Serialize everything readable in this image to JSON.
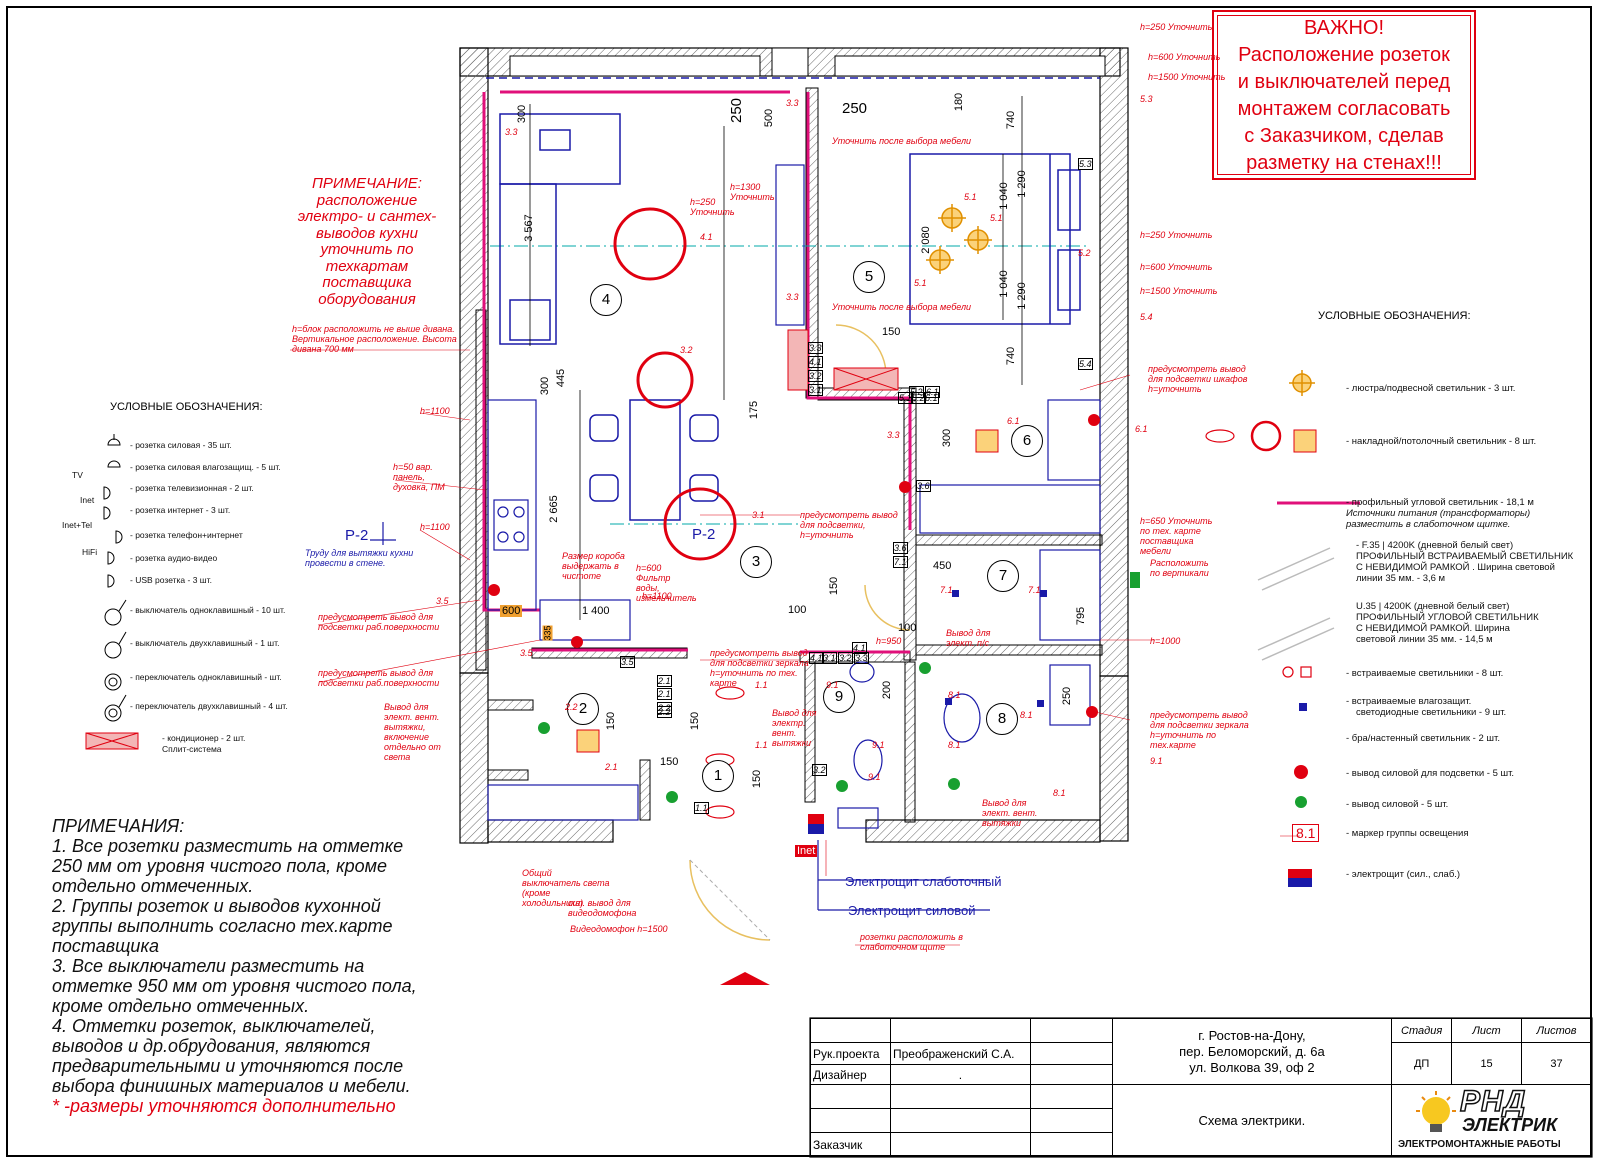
{
  "important": {
    "title": "ВАЖНО!",
    "lines": [
      "Расположение розеток",
      "и выключателей перед",
      "монтажем согласовать",
      "с Заказчиком, сделав",
      "разметку на стенах!!!"
    ]
  },
  "kitchen_note": {
    "title": "ПРИМЕЧАНИЕ:",
    "text": [
      "расположение",
      "электро- и сантех-",
      "выводов кухни",
      "уточнить по",
      "техкартам",
      "поставщика",
      "оборудования"
    ]
  },
  "legend_left": {
    "title": "УСЛОВНЫЕ ОБОЗНАЧЕНИЯ:",
    "items": [
      {
        "prefix": "",
        "label": "- розетка силовая - 35 шт."
      },
      {
        "prefix": "",
        "label": "- розетка силовая влагозащищ. - 5 шт."
      },
      {
        "prefix": "TV",
        "label": "- розетка телевизионная - 2 шт."
      },
      {
        "prefix": "Inet",
        "label": "- розетка интернет - 3 шт."
      },
      {
        "prefix": "Inet+Tel",
        "label": "- розетка телефон+интернет"
      },
      {
        "prefix": "HiFi",
        "label": "- розетка аудио-видео"
      },
      {
        "prefix": "",
        "label": "- USB розетка - 3 шт."
      },
      {
        "prefix": "",
        "label": "- выключатель одноклавишный - 10 шт."
      },
      {
        "prefix": "",
        "label": "- выключатель двухклавишный - 1 шт."
      },
      {
        "prefix": "",
        "label": "- переключатель одноклавишный - шт."
      },
      {
        "prefix": "",
        "label": "- переключатель двухклавишный - 4 шт."
      },
      {
        "prefix": "",
        "label": "- кондиционер - 2 шт."
      },
      {
        "prefix": "",
        "label": "Сплит-система"
      }
    ]
  },
  "legend_right": {
    "title": "УСЛОВНЫЕ ОБОЗНАЧЕНИЯ:",
    "items": [
      "- люстра/подвесной светильник - 3 шт.",
      "- накладной/потолочный светильник - 8 шт.",
      "- профильный угловой светильник - 18,1 м",
      "Источники питания (трансформаторы) разместить в слаботочном щитке.",
      "- F.35 | 4200K (дневной белый свет)",
      "ПРОФИЛЬНЫЙ ВСТРАИВАЕМЫЙ СВЕТИЛЬНИК",
      "С НЕВИДИМОЙ РАМКОЙ . Ширина световой",
      "линии 35 мм. - 3,6 м",
      "U.35 | 4200K (дневной белый свет)",
      "ПРОФИЛЬНЫЙ УГЛОВОЙ СВЕТИЛЬНИК",
      "С НЕВИДИМОЙ РАМКОЙ. Ширина",
      "световой линии 35 мм. - 14,5 м",
      "- встраиваемые светильники - 8 шт.",
      "- встраиваемые влагозащит.",
      "светодиодные светильники - 9 шт.",
      "- бра/настенный светильник - 2 шт.",
      "- вывод силовой для подсветки - 5 шт.",
      "- вывод силовой - 5 шт.",
      "- маркер группы освещения",
      "- электрощит (сил., слаб.)"
    ]
  },
  "notes": {
    "title": "ПРИМЕЧАНИЯ:",
    "lines": [
      "1. Все розетки разместить на отметке",
      "250 мм от уровня чистого пола, кроме",
      "отдельно отмеченных.",
      "2. Группы розеток и выводов кухонной",
      "группы выполнить согласно тех.карте",
      "поставщика",
      "3. Все выключатели разместить на",
      "отметке 950 мм от уровня чистого пола,",
      "кроме отдельно отмеченных.",
      "4. Отметки розеток, выключателей,",
      "выводов и др.обрудования, являются",
      "предварительными и уточняются после",
      "выбора финишных материалов и мебели."
    ],
    "star": "* -размеры уточняются дополнительно"
  },
  "plan": {
    "rooms": [
      "1",
      "2",
      "3",
      "4",
      "5",
      "6",
      "7",
      "8",
      "9"
    ],
    "section_label": "P-2",
    "panels": {
      "weak": "Электрощит слаботочный",
      "power": "Электрощит силовой",
      "inet": "Inet"
    },
    "dimensions": [
      "250",
      "250",
      "300",
      "500",
      "180",
      "740",
      "3 567",
      "2 080",
      "1 040",
      "1 290",
      "1 040",
      "1 290",
      "740",
      "300",
      "445",
      "175",
      "2 665",
      "150",
      "300",
      "450",
      "150",
      "100",
      "100",
      "795",
      "250",
      "200",
      "150",
      "150",
      "150",
      "150",
      "1 400",
      "600",
      "335"
    ],
    "tags": [
      "h=250 Уточнить",
      "h=600 Уточнить",
      "h=1500 Уточнить",
      "h=1300 Уточнить",
      "h=250 Уточнить",
      "h=250 Уточнить",
      "h=600 Уточнить",
      "h=1500 Уточнить",
      "h=1100",
      "h=50 вар. панель, духовка, ПМ",
      "h=1100",
      "h=600 Фильтр воды, измельчитель",
      "h=1100",
      "h=950",
      "h=650 Уточнить по тех. карте поставщика мебели",
      "h=1000",
      "Уточнить после выбора мебели",
      "Уточнить после выбора мебели",
      "предусмотреть вывод для подсветки шкафов h=уточнить",
      "предусмотреть вывод для подсветки, h=уточнить",
      "предусмотреть вывод для подсветки зеркала h=уточнить по тех. карте",
      "предусмотреть вывод для подсветки зеркала h=уточнить по тех.карте",
      "Расположить по вертикали",
      "h=блок расположить не выше дивана. Вертикальное расположение. Высота дивана 700 мм",
      "Труду для вытяжки кухни провести в стене.",
      "Размер короба выдержать в чистоте",
      "предусмотреть вывод для подсветки раб.поверхности",
      "предусмотреть вывод для подсветки раб.поверхности",
      "Вывод для элект. вент. вытяжки, включение отдельно от света",
      "Вывод для электр. вент. вытяжки",
      "Вывод для элект. п/с",
      "Вывод для элект. вент. вытяжки",
      "Общий выключатель света (кроме холодильника)",
      "сил. вывод для видеодомофона",
      "Видеодомофон h=1500",
      "розетки расположить в слаботочном щите"
    ],
    "group_markers": [
      "1.1",
      "1.1",
      "1.1",
      "2.1",
      "2.1",
      "2.2",
      "2.2",
      "3.1",
      "3.2",
      "3.3",
      "3.3",
      "3.3",
      "3.3",
      "3.5",
      "3.5",
      "3.5",
      "3.6",
      "3.6",
      "4.1",
      "4.1",
      "5.1",
      "5.1",
      "5.1",
      "5.2",
      "5.2",
      "5.3",
      "5.3",
      "5.4",
      "5.4",
      "6.1",
      "6.1",
      "6.1",
      "7.1",
      "7.1",
      "7.1",
      "8.1",
      "8.1",
      "8.1",
      "8.1",
      "8.1",
      "9.1",
      "9.1",
      "9.1",
      "9.1",
      "3.2",
      "4.1",
      "3.1",
      "3.2",
      "3.3",
      "5.1",
      "5.2",
      "6.1",
      "3.1",
      "3.2",
      "4.1",
      "3.3",
      "2.1",
      "2.2"
    ]
  },
  "title_block": {
    "roles": [
      {
        "role": "Рук.проекта",
        "name": "Преображенский С.А."
      },
      {
        "role": "Дизайнер",
        "name": "."
      },
      {
        "role": "",
        "name": ""
      },
      {
        "role": "",
        "name": ""
      },
      {
        "role": "Заказчик",
        "name": ""
      }
    ],
    "address": [
      "г. Ростов-на-Дону,",
      "пер. Беломорский, д. 6а",
      "ул. Волкова 39, оф 2"
    ],
    "sheet_title": "Схема электрики.",
    "headers": {
      "stage": "Стадия",
      "sheet": "Лист",
      "sheets": "Листов"
    },
    "values": {
      "stage": "ДП",
      "sheet": "15",
      "sheets": "37"
    },
    "logo": {
      "brand": "РНД",
      "sub": "ЭЛЕКТРИК",
      "tagline": "ЭЛЕКТРОМОНТАЖНЫЕ РАБОТЫ"
    }
  },
  "colors": {
    "red": "#e00010",
    "blue": "#1a1aa8",
    "magenta": "#e0107a",
    "orange": "#f0a030"
  }
}
